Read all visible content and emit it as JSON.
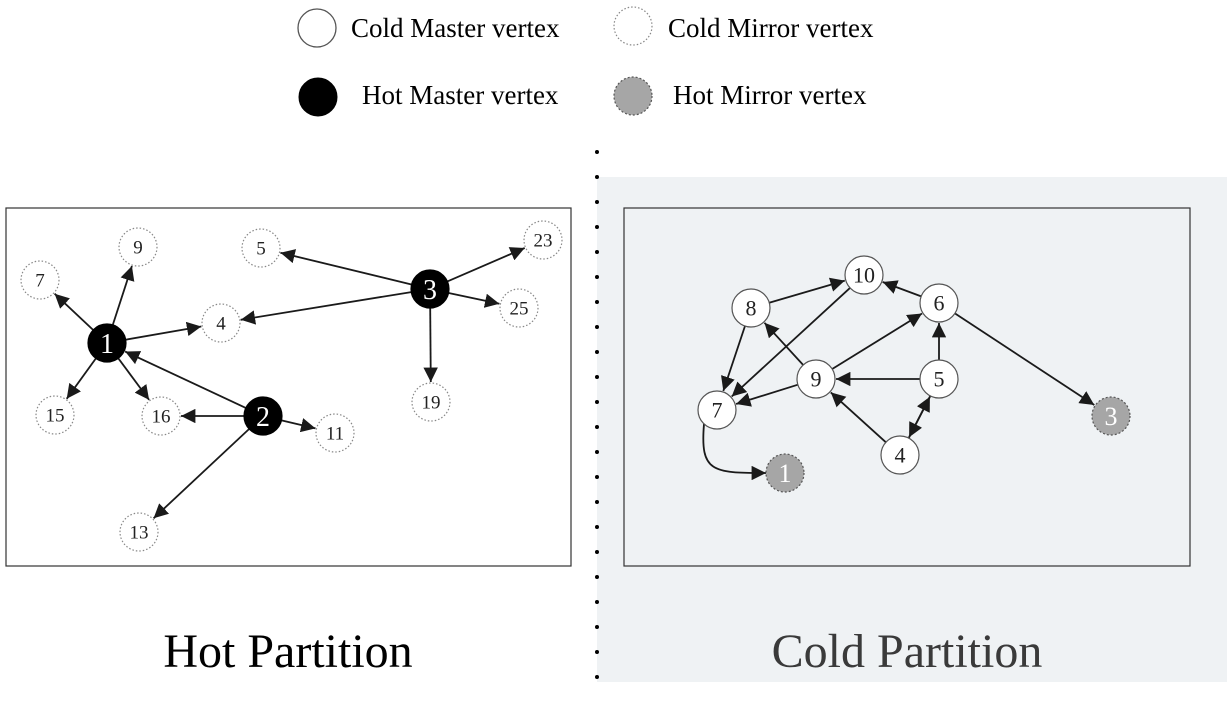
{
  "legend": {
    "cold_master": "Cold Master vertex",
    "cold_mirror": "Cold Mirror vertex",
    "hot_master": "Hot Master vertex",
    "hot_mirror": "Hot Mirror vertex"
  },
  "partitions": {
    "hot_title": "Hot Partition",
    "cold_title": "Cold Partition"
  },
  "colors": {
    "hot_master_fill": "#000000",
    "hot_mirror_fill": "#a6a6a6",
    "cold_panel_bg": "#eff2f4",
    "edge": "#1a1a1a"
  },
  "hot_graph": {
    "vertices": [
      {
        "id": "1",
        "type": "hot-master"
      },
      {
        "id": "2",
        "type": "hot-master"
      },
      {
        "id": "3",
        "type": "hot-master"
      },
      {
        "id": "7",
        "type": "cold-mirror"
      },
      {
        "id": "9",
        "type": "cold-mirror"
      },
      {
        "id": "4",
        "type": "cold-mirror"
      },
      {
        "id": "5",
        "type": "cold-mirror"
      },
      {
        "id": "15",
        "type": "cold-mirror"
      },
      {
        "id": "16",
        "type": "cold-mirror"
      },
      {
        "id": "11",
        "type": "cold-mirror"
      },
      {
        "id": "13",
        "type": "cold-mirror"
      },
      {
        "id": "19",
        "type": "cold-mirror"
      },
      {
        "id": "23",
        "type": "cold-mirror"
      },
      {
        "id": "25",
        "type": "cold-mirror"
      }
    ],
    "edges": [
      [
        "1",
        "7"
      ],
      [
        "1",
        "9"
      ],
      [
        "1",
        "4"
      ],
      [
        "1",
        "15"
      ],
      [
        "1",
        "16"
      ],
      [
        "2",
        "1"
      ],
      [
        "2",
        "16"
      ],
      [
        "2",
        "11"
      ],
      [
        "2",
        "13"
      ],
      [
        "3",
        "5"
      ],
      [
        "3",
        "4"
      ],
      [
        "3",
        "23"
      ],
      [
        "3",
        "25"
      ],
      [
        "3",
        "19"
      ]
    ]
  },
  "cold_graph": {
    "vertices": [
      {
        "id": "8",
        "type": "cold-master"
      },
      {
        "id": "10",
        "type": "cold-master"
      },
      {
        "id": "6",
        "type": "cold-master"
      },
      {
        "id": "9",
        "type": "cold-master"
      },
      {
        "id": "5",
        "type": "cold-master"
      },
      {
        "id": "7",
        "type": "cold-master"
      },
      {
        "id": "4",
        "type": "cold-master"
      },
      {
        "id": "1",
        "type": "hot-mirror"
      },
      {
        "id": "3",
        "type": "hot-mirror"
      }
    ],
    "edges": [
      [
        "8",
        "10"
      ],
      [
        "8",
        "7"
      ],
      [
        "10",
        "7"
      ],
      [
        "6",
        "10"
      ],
      [
        "6",
        "3"
      ],
      [
        "9",
        "8"
      ],
      [
        "9",
        "6"
      ],
      [
        "9",
        "7"
      ],
      [
        "5",
        "9"
      ],
      [
        "5",
        "6"
      ],
      [
        "5",
        "4"
      ],
      [
        "4",
        "9"
      ],
      [
        "4",
        "5"
      ],
      [
        "7",
        "1"
      ]
    ]
  }
}
